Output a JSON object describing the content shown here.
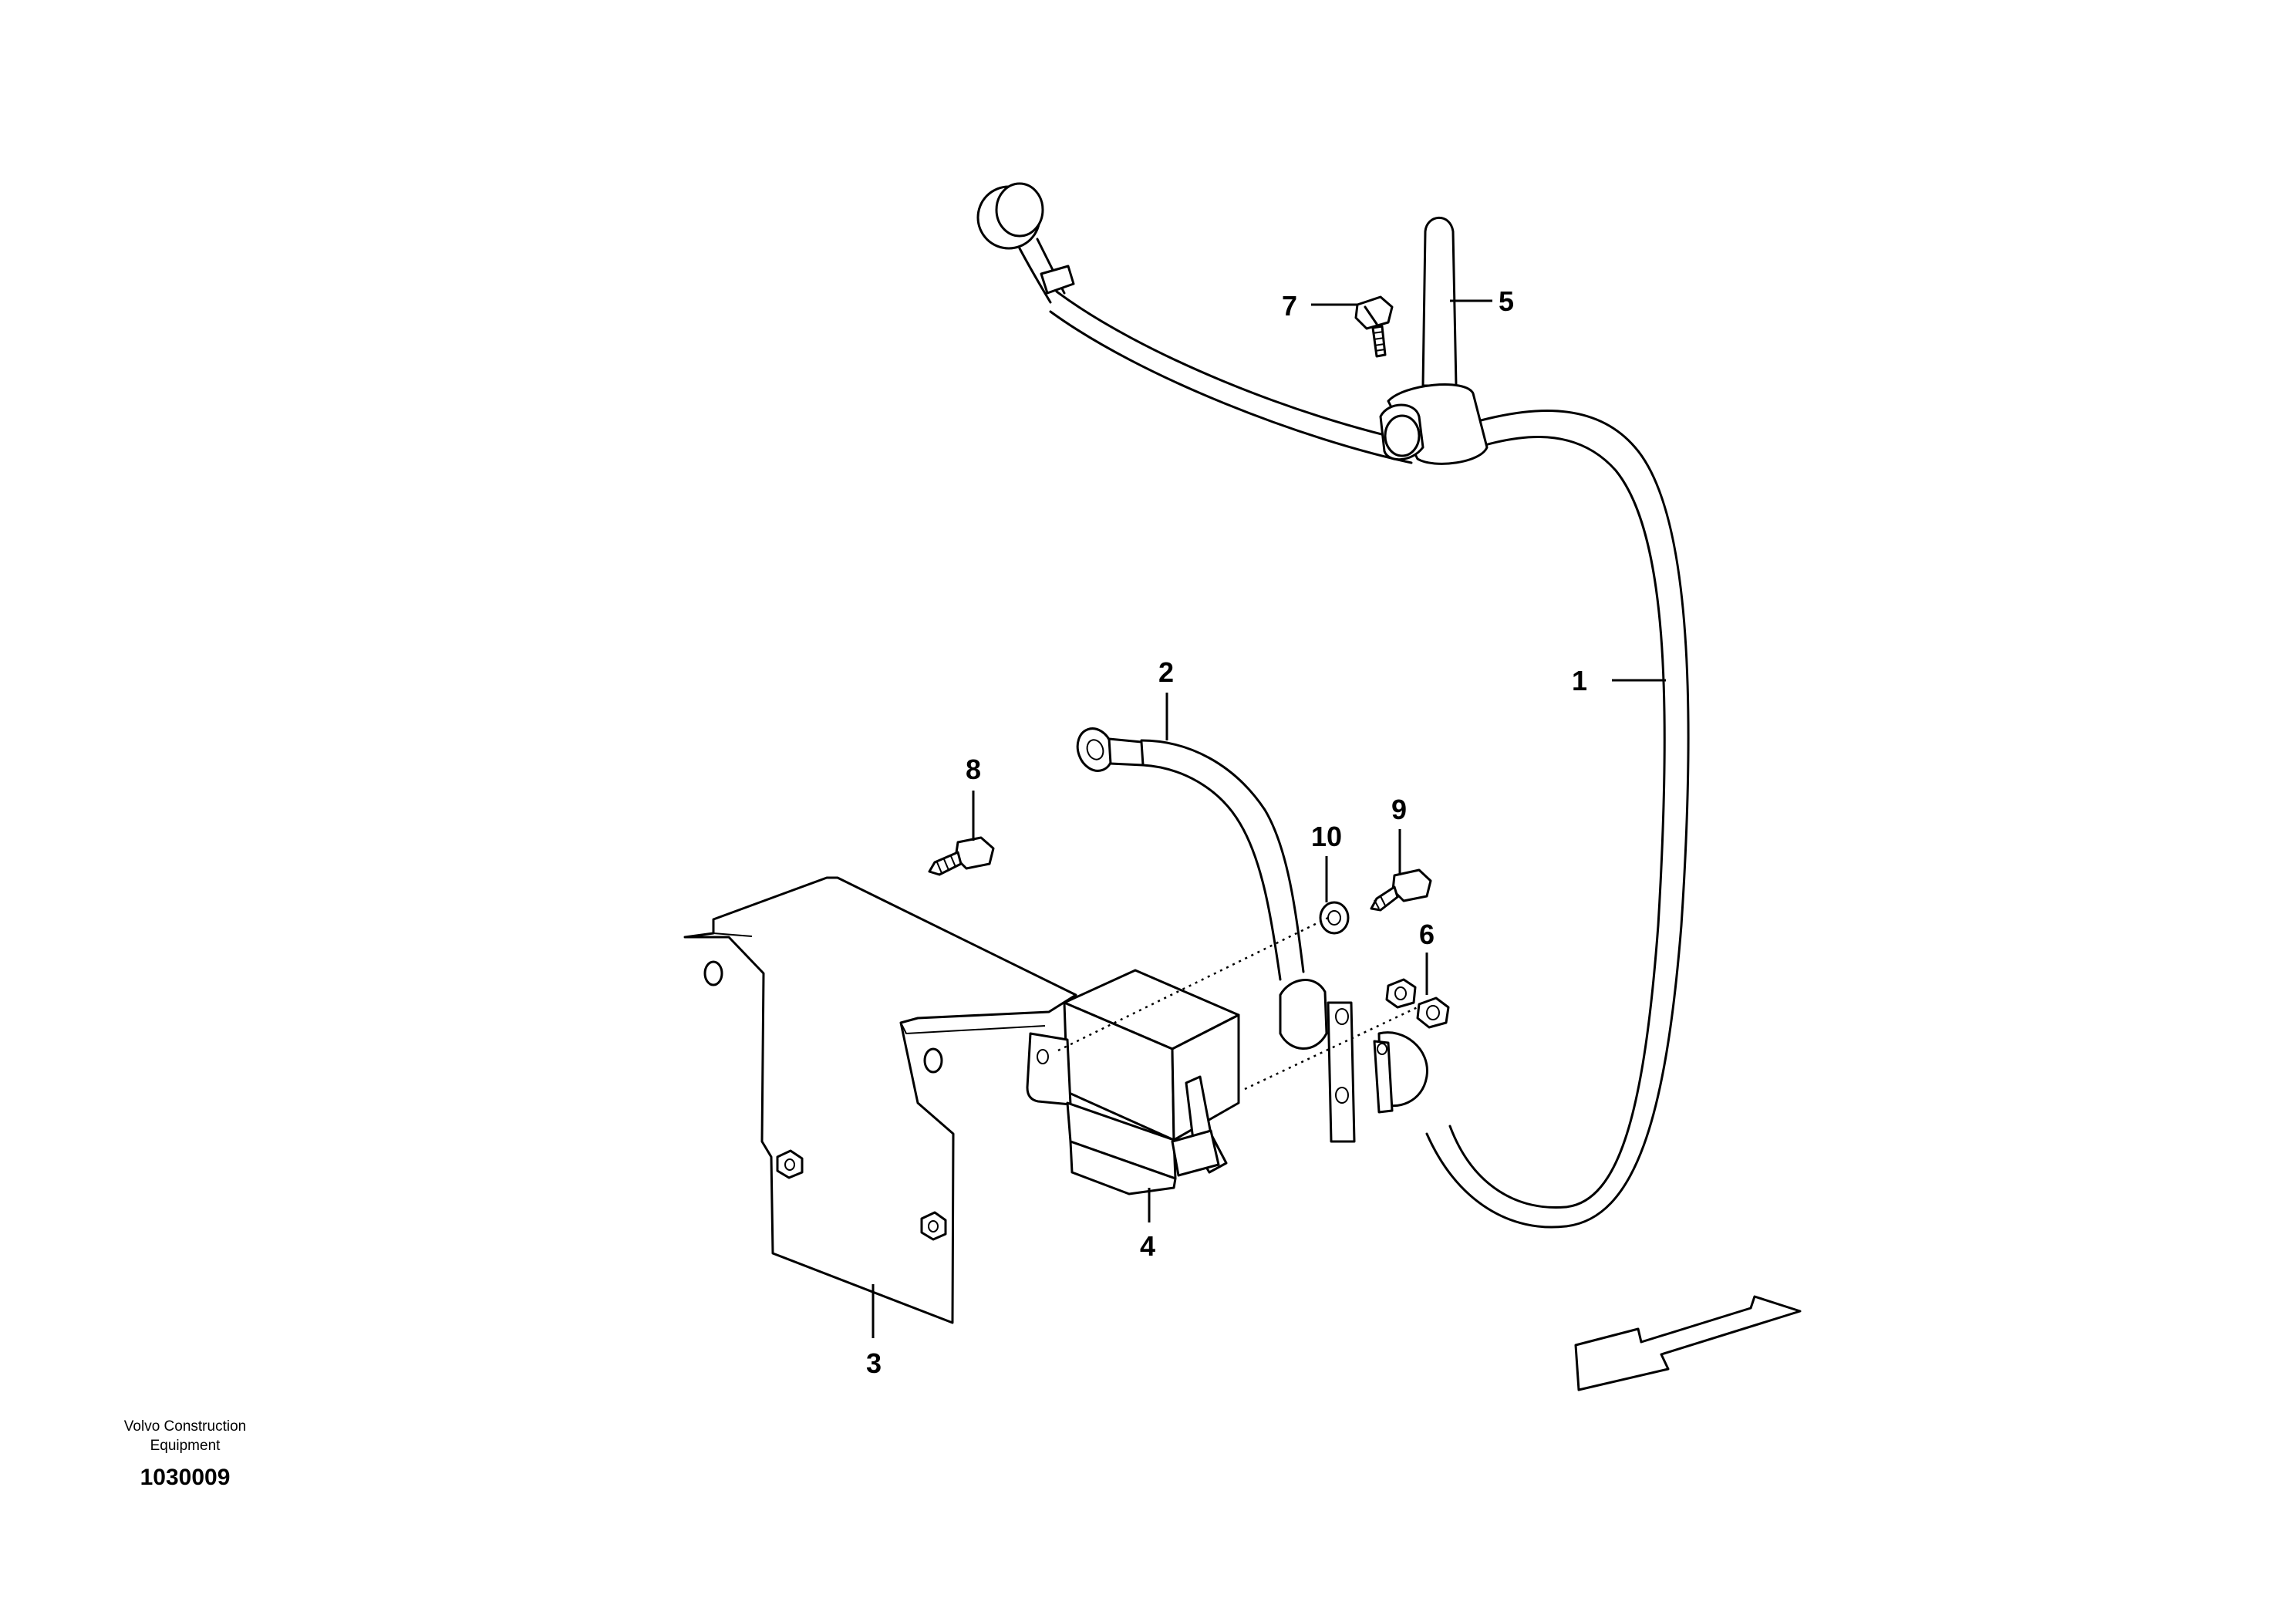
{
  "callouts": {
    "c1": "1",
    "c2": "2",
    "c3": "3",
    "c4": "4",
    "c5": "5",
    "c6": "6",
    "c7": "7",
    "c8": "8",
    "c9": "9",
    "c10": "10"
  },
  "footer": {
    "company_line1": "Volvo Construction",
    "company_line2": "Equipment",
    "document_number": "1030009"
  }
}
